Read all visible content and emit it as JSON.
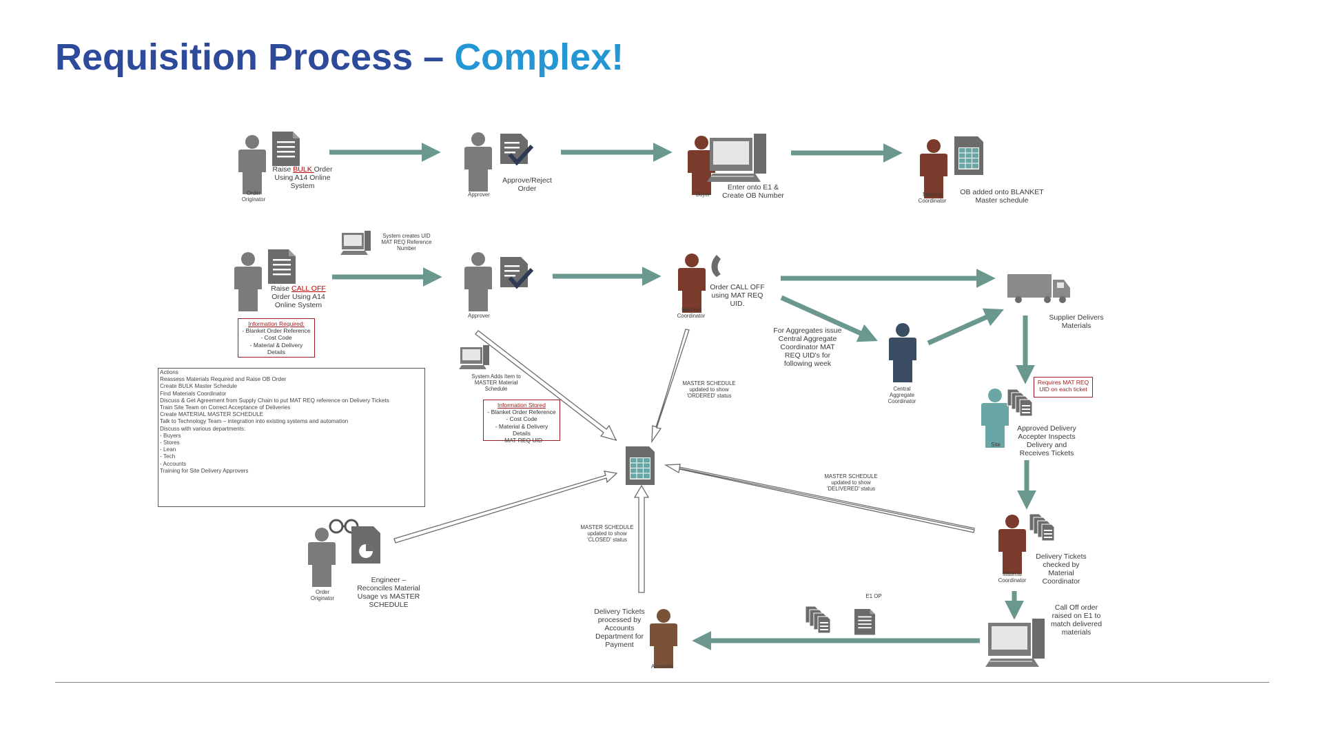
{
  "title": {
    "part1": "Requisition Process – ",
    "part2": "Complex!"
  },
  "colors": {
    "title_dark": "#2e4a9a",
    "title_light": "#2596d4",
    "arrow_teal": "#6a978e",
    "person_grey": "#7b7b7b",
    "person_brown": "#7a3b2c",
    "person_navy": "#3b4d63",
    "person_teal": "#6aa6a6",
    "redbox_border": "#9b1c1c"
  },
  "row1": {
    "originator_role": "Order\nOriginator",
    "raise_pre": "Raise ",
    "raise_hl": "BULK ",
    "raise_post": "Order\nUsing A14 Online\nSystem",
    "approver_role": "Approver",
    "approve_text": "Approve/Reject\nOrder",
    "buyer_role": "Buyer",
    "buyer_text": "Enter onto E1 &\nCreate OB Number",
    "coord_role": "Material\nCoordinator",
    "coord_text": "OB added onto BLANKET\nMaster schedule"
  },
  "row2": {
    "system_uid": "System creates UID\nMAT REQ Reference\nNumber",
    "raise_pre": "Raise ",
    "raise_hl": "CALL OFF",
    "raise_post": "\nOrder Using A14\nOnline System",
    "info_required": {
      "heading": "Information Required:",
      "lines": [
        "- Blanket Order Reference",
        "- Cost Code",
        "- Material & Delivery",
        "Details"
      ]
    },
    "approver_role": "Approver",
    "coord_role": "Material\nCoordinator",
    "order_calloff": "Order CALL OFF\nusing MAT REQ\nUID.",
    "aggregates_text": "For Aggregates issue\nCentral Aggregate\nCoordinator MAT\nREQ UID's for\nfollowing week",
    "central_role": "Central\nAggregate\nCoordinator",
    "supplier_text": "Supplier Delivers\nMaterials",
    "requires_box": "Requires MAT REQ\nUID on each ticket",
    "site_role": "Site",
    "site_text": "Approved Delivery\nAccepter Inspects\nDelivery and\nReceives Tickets"
  },
  "actions": {
    "lines": [
      "Actions",
      "Reassess Materials Required and Raise OB Order",
      "Create BULK Master Schedule",
      "Find Materials Coordinator",
      "Discuss & Get Agreement from Supply Chain to put MAT REQ reference on Delivery Tickets",
      "Train Site Team on Correct Acceptance of Deliveries",
      "Create MATERIAL MASTER SCHEDULE",
      "Talk to Technology Team – integration into existing systems and automation",
      "Discuss with various departments:",
      " - Buyers",
      " - Stores",
      " - Lean",
      " - Tech",
      " - Accounts",
      "Training for Site Delivery Approvers"
    ]
  },
  "middle": {
    "system_adds": "System Adds Item to\nMASTER Material\nSchedule",
    "info_stored": {
      "heading": "Information Stored",
      "lines": [
        "- Blanket Order Reference",
        "- Cost Code",
        "- Material & Delivery",
        "Details",
        "- MAT REQ UID"
      ]
    },
    "ms_ordered": "MASTER SCHEDULE\nupdated to show\n'ORDERED' status",
    "ms_delivered": "MASTER SCHEDULE\nupdated to show\n'DELIVERED' status",
    "ms_closed": "MASTER SCHEDULE\nupdated to show\n'CLOSED' status"
  },
  "bottom": {
    "originator_role": "Order\nOriginator",
    "engineer_text": "Engineer –\nReconciles Material\nUsage vs MASTER\nSCHEDULE",
    "accounts_text": "Delivery Tickets\nprocessed by\nAccounts\nDepartment for\nPayment",
    "accounts_role": "Accounts",
    "e1op": "E1 OP",
    "mc_role": "Material\nCoordinator",
    "mc_text": "Delivery Tickets\nchecked by\nMaterial\nCoordinator",
    "calloff_text": "Call Off order\nraised on E1 to\nmatch delivered\nmaterials"
  }
}
